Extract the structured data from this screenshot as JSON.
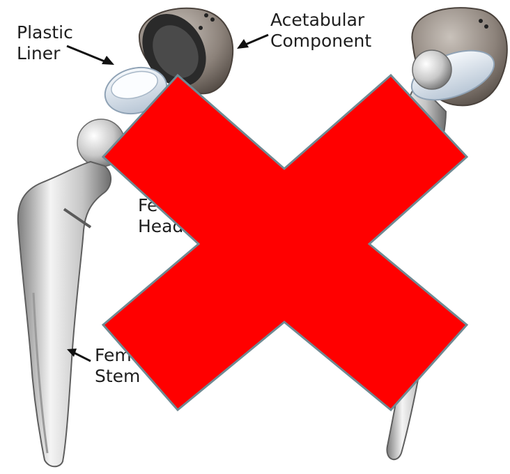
{
  "labels": {
    "plastic_liner": [
      "Plastic",
      "Liner"
    ],
    "acetabular_component": [
      "Acetabular",
      "Component"
    ],
    "femoral_head": [
      "Fe",
      "Head"
    ],
    "femoral_stem": [
      "Fem",
      "Stem"
    ]
  },
  "overlay": {
    "shape": "x-mark",
    "fill": "#ff0000",
    "stroke": "#6f8a93"
  },
  "colors": {
    "metal_light": "#eeeeee",
    "metal_dark": "#8a8a8a",
    "cup_outer": "#7a706a",
    "cup_inner": "#2b2b2b",
    "liner": "#dfe7ef"
  }
}
